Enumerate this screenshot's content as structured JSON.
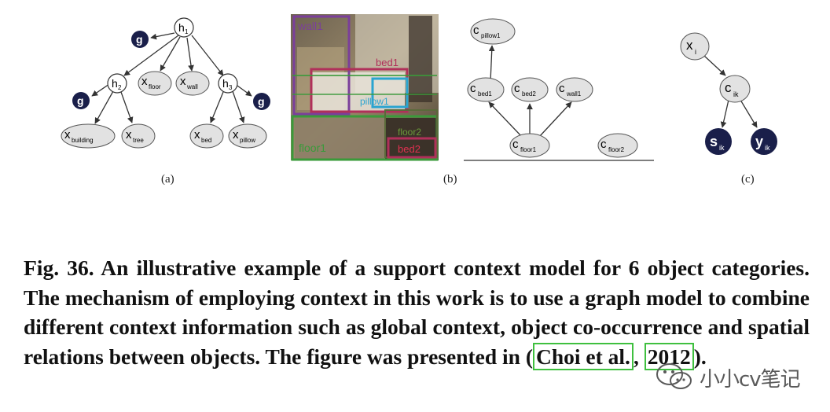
{
  "panels": {
    "a": {
      "label": "(a)",
      "nodes": {
        "h1": {
          "main": "h",
          "sub": "1"
        },
        "h2": {
          "main": "h",
          "sub": "2"
        },
        "h3": {
          "main": "h",
          "sub": "3"
        },
        "g": "g",
        "x_floor": {
          "main": "x",
          "sub": "floor"
        },
        "x_wall": {
          "main": "x",
          "sub": "wall"
        },
        "x_building": {
          "main": "x",
          "sub": "building"
        },
        "x_tree": {
          "main": "x",
          "sub": "tree"
        },
        "x_bed": {
          "main": "x",
          "sub": "bed"
        },
        "x_pillow": {
          "main": "x",
          "sub": "pillow"
        }
      }
    },
    "b": {
      "label": "(b)",
      "boxes": {
        "wall1": "wall1",
        "bed1": "bed1",
        "pillow1": "pillow1",
        "floor1": "floor1",
        "floor2": "floor2",
        "bed2": "bed2"
      },
      "nodes": {
        "c_pillow1": {
          "main": "c",
          "sub": "pillow1"
        },
        "c_bed1": {
          "main": "c",
          "sub": "bed1"
        },
        "c_bed2": {
          "main": "c",
          "sub": "bed2"
        },
        "c_wall1": {
          "main": "c",
          "sub": "wall1"
        },
        "c_floor1": {
          "main": "c",
          "sub": "floor1"
        },
        "c_floor2": {
          "main": "c",
          "sub": "floor2"
        }
      }
    },
    "c": {
      "label": "(c)",
      "nodes": {
        "x": {
          "main": "x",
          "sub": "i"
        },
        "c": {
          "main": "c",
          "sub": "ik"
        },
        "s": {
          "main": "s",
          "sub": "ik"
        },
        "y": {
          "main": "y",
          "sub": "ik"
        }
      }
    }
  },
  "caption": {
    "lead": "Fig. 36. An illustrative example of a support context model for 6 object categories. The mechanism of employing context in this work is to use a graph model to combine different context information such as global context, object co-occurrence and spatial relations between objects. The figure was presented in (",
    "cite_author": "Choi et al.",
    "cite_sep": ", ",
    "cite_year": "2012",
    "tail": ")."
  },
  "watermark": {
    "text": "小小cv笔记",
    "icon": "wechat-icon"
  },
  "colors": {
    "node_fill": "#e2e2e2",
    "dark_node": "#1a1f4a",
    "wall_box": "#7b3f9a",
    "bed_box": "#b0305a",
    "pillow_box": "#2aa4d0",
    "floor_box": "#3a9a3a",
    "cite_box": "#3fc03f"
  }
}
